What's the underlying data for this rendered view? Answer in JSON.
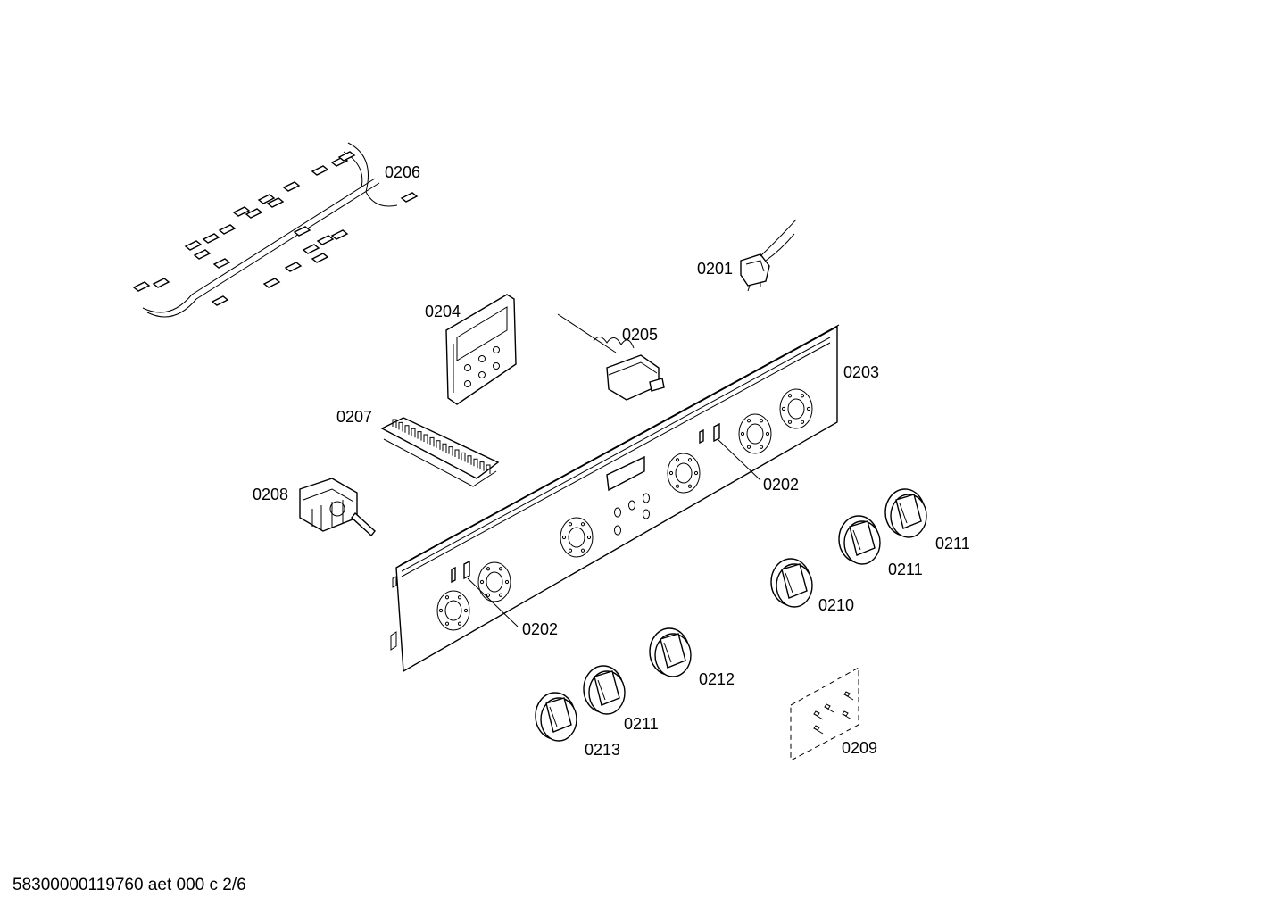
{
  "labels": {
    "p0201": "0201",
    "p0202a": "0202",
    "p0202b": "0202",
    "p0203": "0203",
    "p0204": "0204",
    "p0205": "0205",
    "p0206": "0206",
    "p0207": "0207",
    "p0208": "0208",
    "p0209": "0209",
    "p0210": "0210",
    "p0211a": "0211",
    "p0211b": "0211",
    "p0211c": "0211",
    "p0212": "0212",
    "p0213": "0213"
  },
  "footer": {
    "code": "58300000119760 aet 000 c 2/6"
  }
}
